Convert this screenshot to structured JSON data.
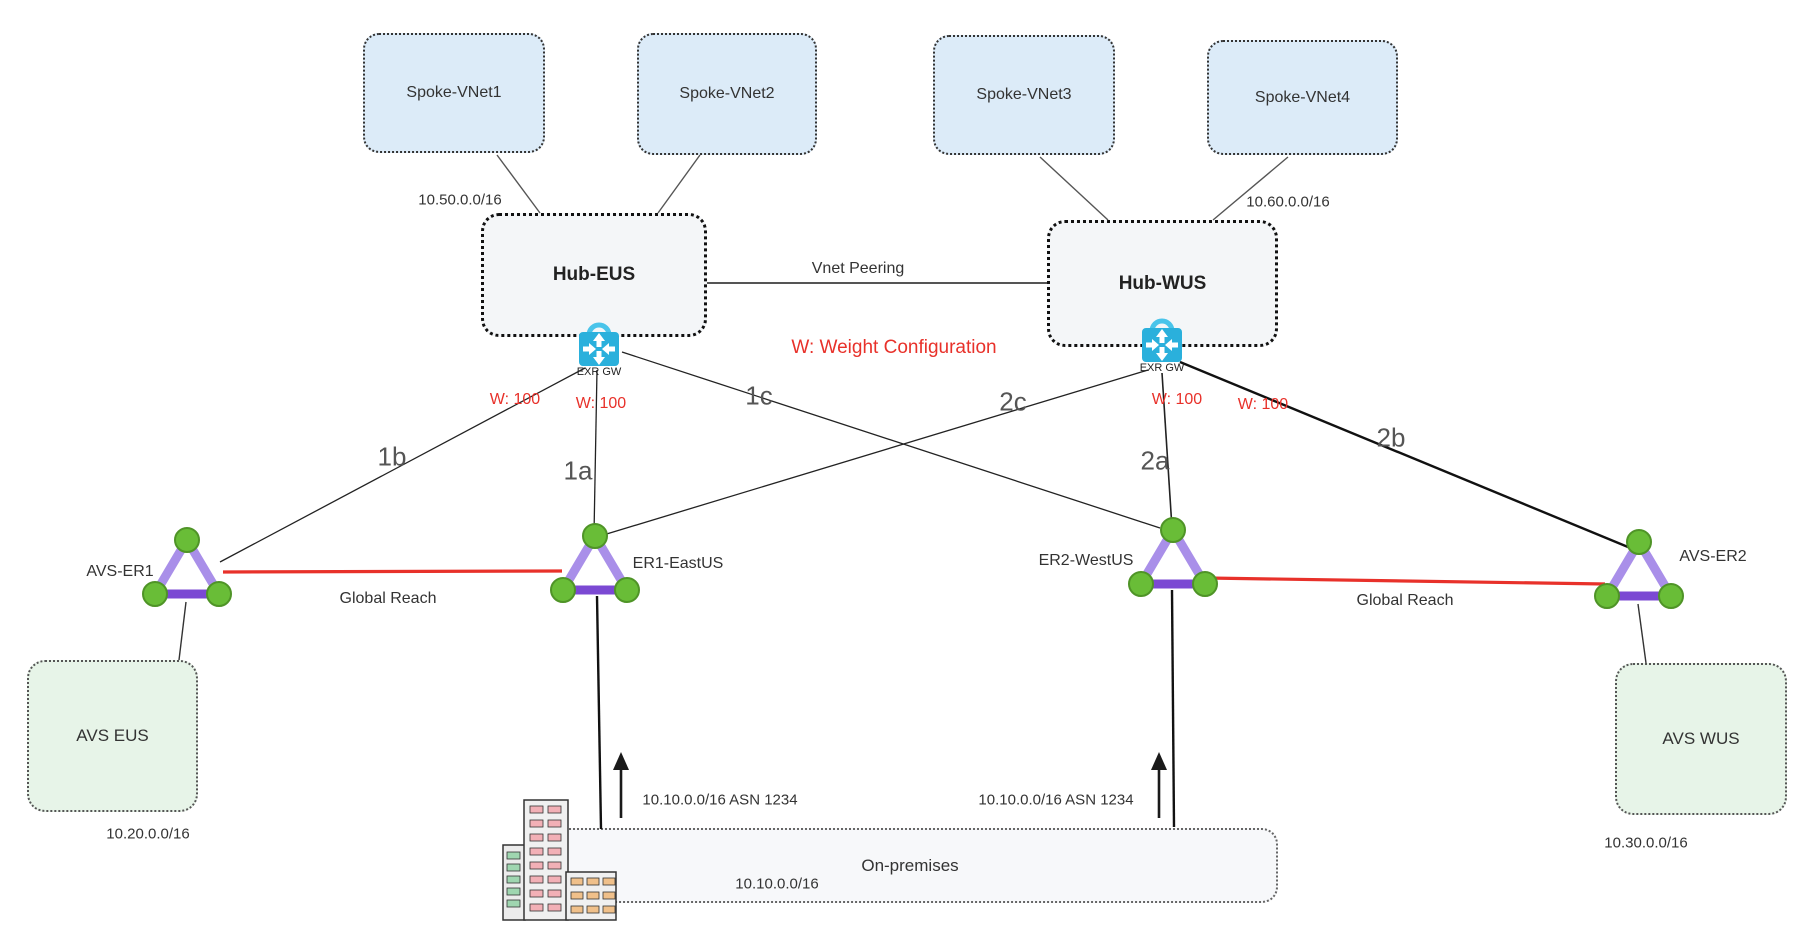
{
  "spokes": [
    {
      "label": "Spoke-VNet1"
    },
    {
      "label": "Spoke-VNet2"
    },
    {
      "label": "Spoke-VNet3"
    },
    {
      "label": "Spoke-VNet4"
    }
  ],
  "hubs": [
    {
      "label": "Hub-EUS",
      "cidr": "10.50.0.0/16",
      "gateway": "EXR GW"
    },
    {
      "label": "Hub-WUS",
      "cidr": "10.60.0.0/16",
      "gateway": "EXR GW"
    }
  ],
  "peering": {
    "label": "Vnet Peering"
  },
  "legend": {
    "weight_note": "W: Weight Configuration"
  },
  "weights": {
    "hub_eus_left": "W: 100",
    "hub_eus_mid": "W: 100",
    "hub_wus_mid": "W: 100",
    "hub_wus_right": "W: 100"
  },
  "link_labels": {
    "l1a": "1a",
    "l1b": "1b",
    "l1c": "1c",
    "l2a": "2a",
    "l2b": "2b",
    "l2c": "2c"
  },
  "circuits": [
    {
      "label": "AVS-ER1"
    },
    {
      "label": "ER1-EastUS"
    },
    {
      "label": "ER2-WestUS"
    },
    {
      "label": "AVS-ER2"
    }
  ],
  "global_reach": {
    "left": "Global Reach",
    "right": "Global Reach"
  },
  "avs": [
    {
      "label": "AVS EUS",
      "cidr": "10.20.0.0/16"
    },
    {
      "label": "AVS WUS",
      "cidr": "10.30.0.0/16"
    }
  ],
  "onprem": {
    "label": "On-premises",
    "cidr": "10.10.0.0/16",
    "bgp_left": "10.10.0.0/16 ASN 1234",
    "bgp_right": "10.10.0.0/16 ASN 1234"
  },
  "colors": {
    "red_line": "#e8312a",
    "spoke_fill": "#dcebf8",
    "hub_fill": "#f4f6f8",
    "avs_fill": "#e7f4e8",
    "onprem_fill": "#f7f8fa",
    "gateway_blue": "#2ab0dc",
    "triangle_side": "#a98fe9",
    "triangle_base": "#7b49d3",
    "node_green": "#69bd37"
  }
}
